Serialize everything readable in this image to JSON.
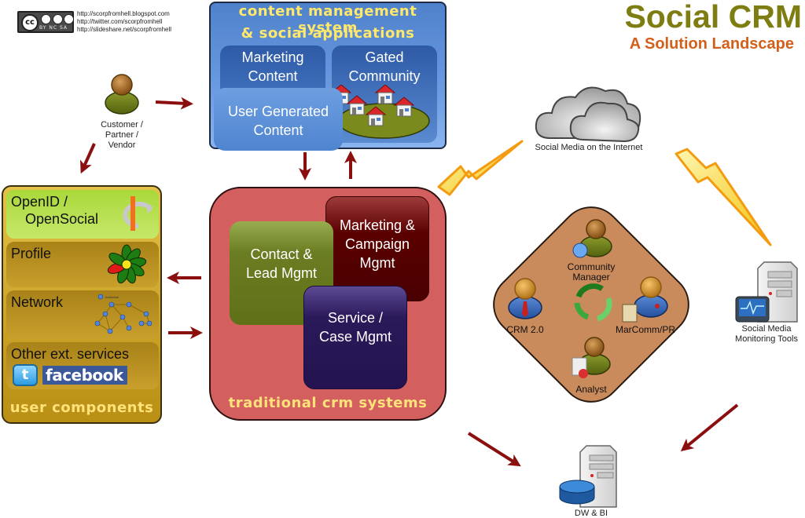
{
  "license": {
    "badge_text": "cc",
    "badge_caption": "BY NC SA",
    "links": [
      "http://scorpfromhell.blogspot.com",
      "http://twitter.com/scorpfromhell",
      "http://slideshare.net/scorpfromhell"
    ]
  },
  "header": {
    "title": "Social CRM",
    "subtitle": "A Solution Landscape"
  },
  "cms": {
    "heading_line1": "content management system",
    "heading_line2": "& social applications",
    "marketing_content": [
      "Marketing",
      "Content"
    ],
    "gated_community": [
      "Gated",
      "Community"
    ],
    "user_generated_content": [
      "User Generated",
      "Content"
    ]
  },
  "customer": {
    "label": [
      "Customer /",
      "Partner /",
      "Vendor"
    ]
  },
  "user_components": {
    "items": [
      {
        "label_lines": [
          "OpenID /",
          "OpenSocial"
        ],
        "icon": "openid-icon"
      },
      {
        "label_lines": [
          "Profile"
        ],
        "icon": "icq-flower-icon"
      },
      {
        "label_lines": [
          "Network"
        ],
        "icon": "network-graph-icon",
        "icon_caption": "Individual"
      },
      {
        "label_lines": [
          "Other ext. services"
        ],
        "icon": "twitter-facebook-icons"
      }
    ],
    "twitter_glyph": "t",
    "facebook_text": "facebook",
    "footer": "user components"
  },
  "traditional_crm": {
    "marketing": [
      "Marketing &",
      "Campaign",
      "Mgmt"
    ],
    "contact": [
      "Contact &",
      "Lead Mgmt"
    ],
    "service": [
      "Service /",
      "Case Mgmt"
    ],
    "footer": "traditional crm systems"
  },
  "social_media": {
    "label": "Social Media on the Internet"
  },
  "roles": {
    "community_manager": [
      "Community",
      "Manager"
    ],
    "crm20": "CRM 2.0",
    "marcomm": "MarComm/PR",
    "analyst": "Analyst"
  },
  "monitoring": {
    "label": [
      "Social Media",
      "Monitoring Tools"
    ]
  },
  "dwbi": {
    "label": "DW & BI"
  },
  "colors": {
    "title": "#7d7d12",
    "subtitle": "#d2601a",
    "arrow": "#8b0f0f",
    "cms_bg": "#5a8ad6",
    "user_components_bg": "#c9a227",
    "crm_bg": "#d45f5f",
    "roles_bg": "#c98a5c",
    "handwritten_label": "#ffe86a"
  }
}
